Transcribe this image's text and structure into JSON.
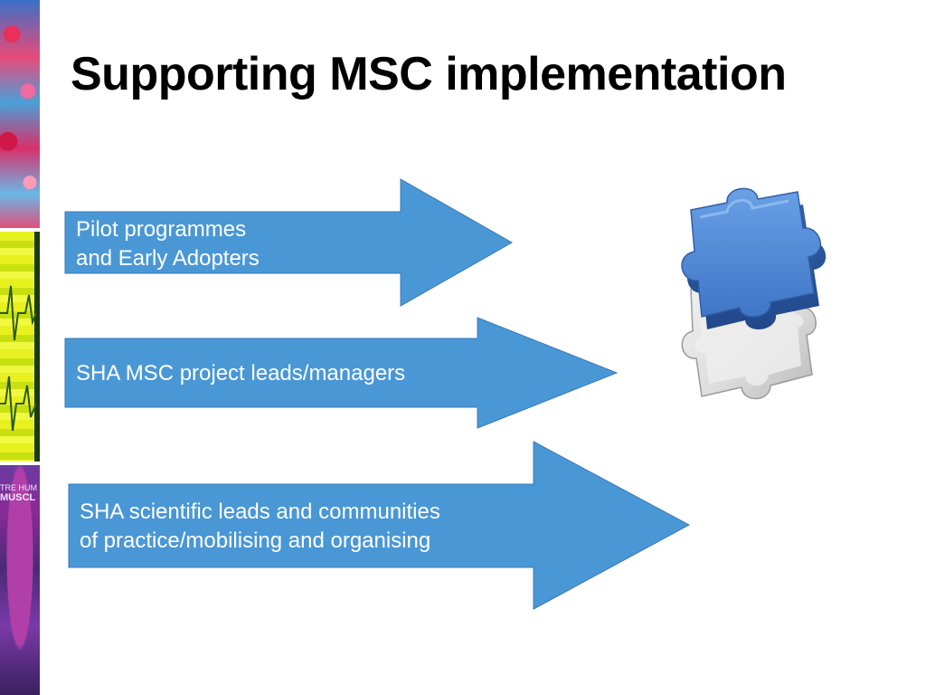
{
  "slide": {
    "title": "Supporting MSC implementation"
  },
  "side_strip": {
    "bottom_photo_text_1": "TRE HUM",
    "bottom_photo_text_2": "MUSCL"
  },
  "arrows": [
    {
      "line1": "Pilot programmes",
      "line2": "and Early Adopters"
    },
    {
      "line1": "SHA MSC project leads/managers"
    },
    {
      "line1": "SHA scientific leads and communities",
      "line2": "of practice/mobilising and organising"
    }
  ],
  "colors": {
    "arrow_fill": "#4a97d6",
    "arrow_stroke": "#3a78b8",
    "puzzle_blue": "#3f76c6",
    "title": "#000000"
  },
  "icons": {
    "puzzle": "puzzle-piece-icon"
  }
}
